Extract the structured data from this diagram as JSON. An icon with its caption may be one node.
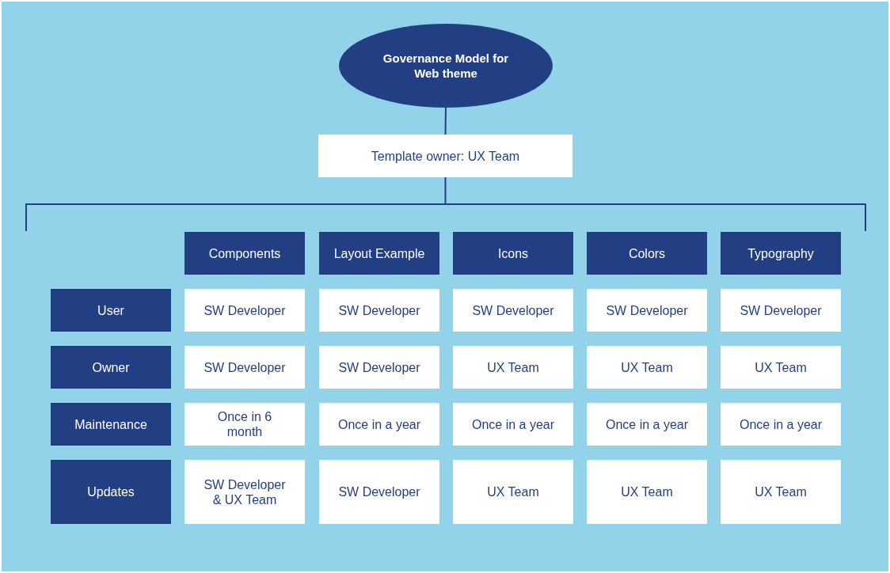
{
  "diagram": {
    "nodes": [
      {
        "text": [
          "Governance Model for Web theme"
        ]
      },
      {
        "text": [
          "Template owner: UX Team"
        ]
      },
      {
        "text": [
          "Components"
        ]
      },
      {
        "text": [
          "Layout Example"
        ]
      },
      {
        "text": [
          "Icons"
        ]
      },
      {
        "text": [
          "Colors"
        ]
      },
      {
        "text": [
          "Typography"
        ]
      },
      {
        "text": [
          "User"
        ]
      },
      {
        "text": [
          "SW Developer"
        ]
      },
      {
        "text": [
          "SW Developer"
        ]
      },
      {
        "text": [
          "SW Developer"
        ]
      },
      {
        "text": [
          "SW Developer"
        ]
      },
      {
        "text": [
          "SW Developer"
        ]
      },
      {
        "text": [
          "Owner"
        ]
      },
      {
        "text": [
          "SW Developer"
        ]
      },
      {
        "text": [
          "SW Developer"
        ]
      },
      {
        "text": [
          "UX Team"
        ]
      },
      {
        "text": [
          "UX Team"
        ]
      },
      {
        "text": [
          "UX Team"
        ]
      },
      {
        "text": [
          "Maintenance"
        ]
      },
      {
        "text": [
          "Once in 6 month"
        ]
      },
      {
        "text": [
          "Once in a year"
        ]
      },
      {
        "text": [
          "Once in a year"
        ]
      },
      {
        "text": [
          "Once in a year"
        ]
      },
      {
        "text": [
          "Once in a year"
        ]
      },
      {
        "text": [
          "Updates"
        ]
      },
      {
        "text": [
          "SW Developer & UX Team"
        ]
      },
      {
        "text": [
          "SW Developer"
        ]
      },
      {
        "text": [
          "UX Team"
        ]
      },
      {
        "text": [
          "UX Team"
        ]
      },
      {
        "text": [
          "UX Team"
        ]
      }
    ],
    "edges": [
      {
        "from": 0,
        "to": 1,
        "arrow": "none"
      },
      {
        "from": 1,
        "to": null,
        "arrow": "none"
      }
    ]
  }
}
